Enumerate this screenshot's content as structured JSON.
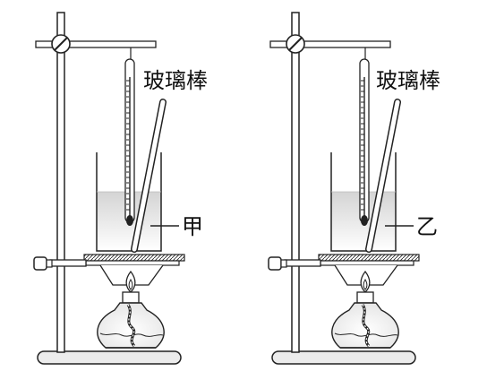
{
  "figure": {
    "left_setup": {
      "rod_label": "玻璃棒",
      "beaker_label": "甲"
    },
    "right_setup": {
      "rod_label": "玻璃棒",
      "beaker_label": "乙"
    }
  },
  "colors": {
    "line": "#222222",
    "liquid_top": "#d6d6d6",
    "liquid_bottom": "#ffffff",
    "base_fill": "#e9e9e9"
  },
  "icons": [
    "thermometer-icon",
    "glass-rod-icon",
    "beaker-icon",
    "alcohol-lamp-icon",
    "flame-icon",
    "clamp-screw-icon",
    "wire-gauze-icon",
    "iron-stand-icon"
  ]
}
